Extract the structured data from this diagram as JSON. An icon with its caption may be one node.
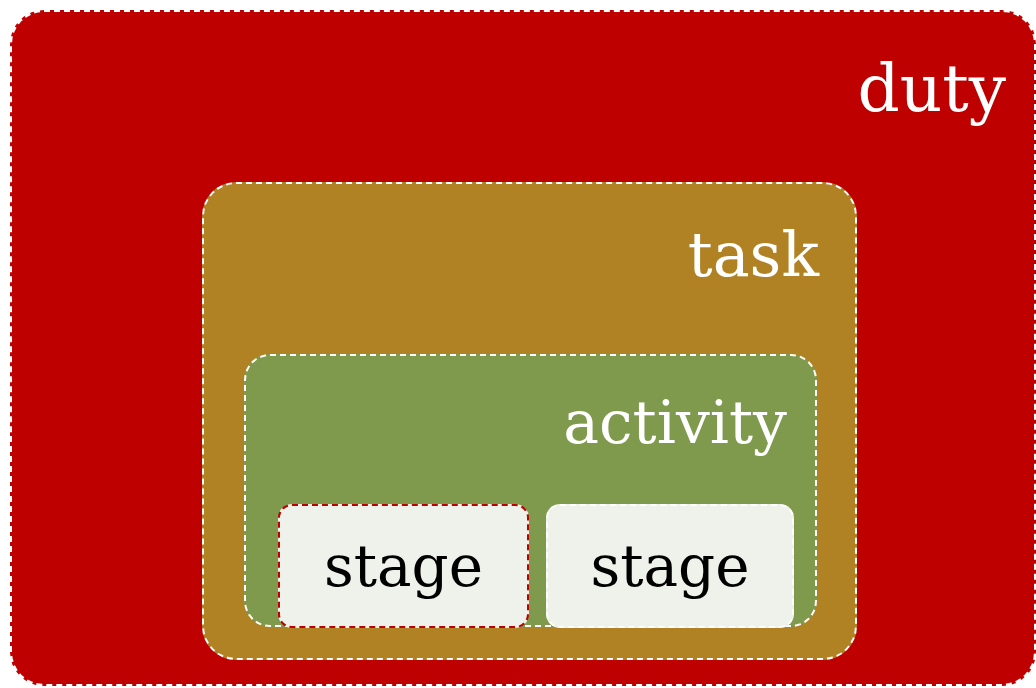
{
  "diagram": {
    "nodes": [
      {
        "text": [
          "duty"
        ]
      },
      {
        "text": [
          "task"
        ],
        "in": 0
      },
      {
        "text": [
          "activity"
        ],
        "in": 1
      },
      {
        "text": [
          "stage"
        ],
        "in": 2
      },
      {
        "text": [
          "stage"
        ],
        "in": 2
      }
    ]
  }
}
